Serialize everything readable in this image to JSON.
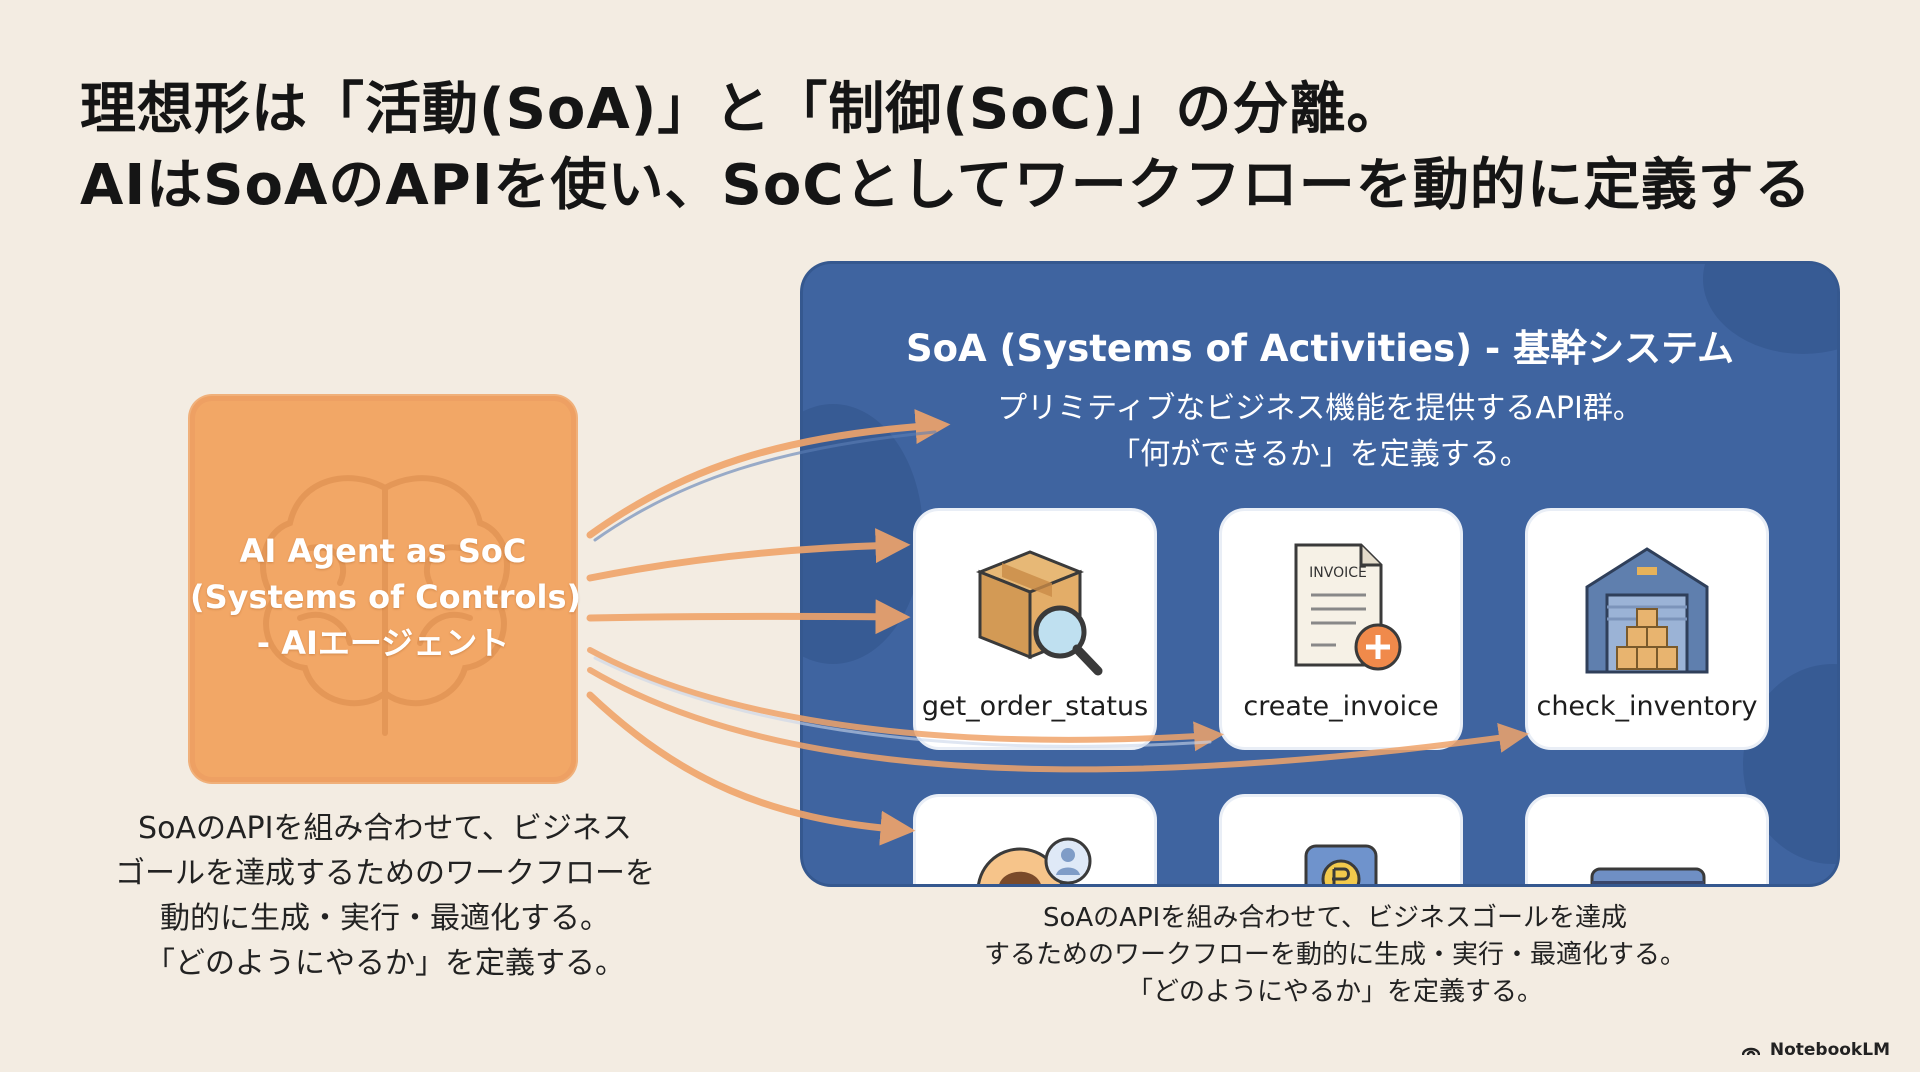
{
  "title": {
    "line1": "理想形は「活動(SoA)」と「制御(SoC)」の分離。",
    "line2": "AIはSoAのAPIを使い、SoCとしてワークフローを動的に定義する"
  },
  "agent": {
    "label_lines": [
      "AI Agent as SoC",
      "(Systems of Controls)",
      "- AIエージェント"
    ],
    "icon": "brain-icon",
    "description_lines": [
      "SoAのAPIを組み合わせて、ビジネス",
      "ゴールを達成するためのワークフローを",
      "動的に生成・実行・最適化する。",
      "「どのようにやるか」を定義する。"
    ]
  },
  "soa": {
    "title": "SoA (Systems of Activities) - 基幹システム",
    "subtitle_lines": [
      "プリミティブなビジネス機能を提供するAPI群。",
      "「何ができるか」を定義する。"
    ],
    "apis": [
      {
        "label": "get_order_status",
        "icon": "package-search-icon"
      },
      {
        "label": "create_invoice",
        "icon": "invoice-add-icon"
      },
      {
        "label": "check_inventory",
        "icon": "warehouse-icon"
      }
    ],
    "partial_icons": [
      "customer-profile-icon",
      "payment-card-icon",
      "credit-card-icon"
    ],
    "invoice_icon_text": "INVOICE",
    "description_lines": [
      "SoAのAPIを組み合わせて、ビジネスゴールを達成",
      "するためのワークフローを動的に生成・実行・最適化する。",
      "「どのようにやるか」を定義する。"
    ]
  },
  "colors": {
    "background": "#f3ece2",
    "agent_orange": "#f2a766",
    "soa_blue": "#3f64a0",
    "arrow_orange": "#f0a46a",
    "arrow_blue": "#5b7fb5"
  },
  "brand": "NotebookLM"
}
